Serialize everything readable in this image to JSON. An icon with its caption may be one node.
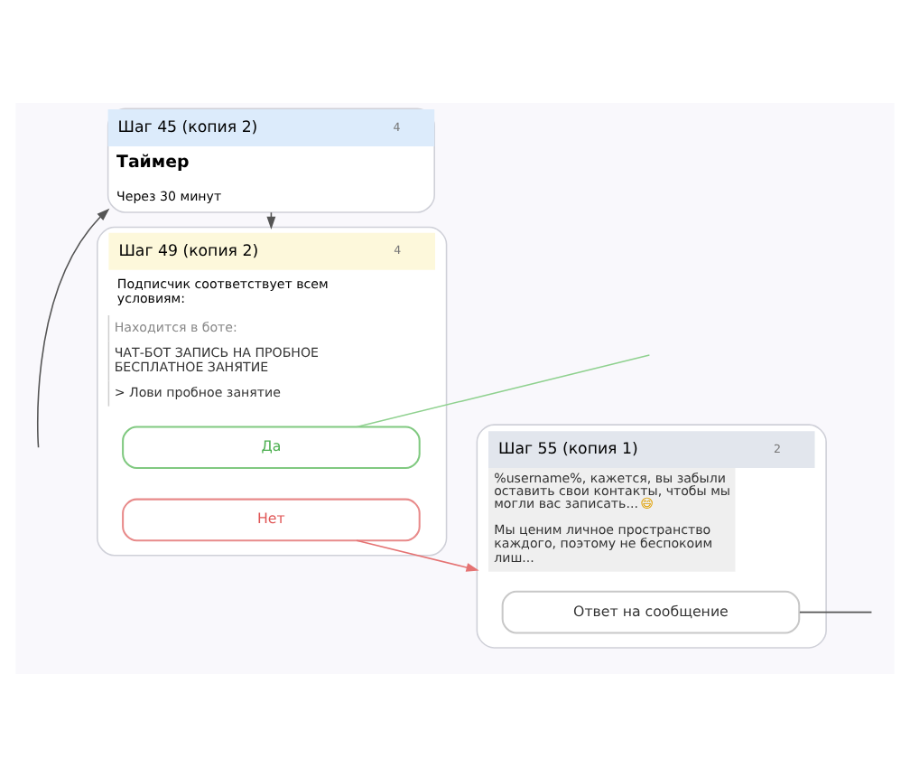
{
  "diagram": {
    "nodes": [
      {
        "text": [
          "Шаг 45 (копия 2)",
          "4",
          "Таймер",
          "Через 30 минут"
        ]
      },
      {
        "text": [
          "Шаг 49 (копия 2)",
          "4",
          "Подписчик соответствует всем условиям:",
          "Находится в боте:",
          "ЧАТ-БОТ ЗАПИСЬ НА ПРОБНОЕ БЕСПЛАТНОЕ ЗАНЯТИЕ",
          "> Лови пробное занятие"
        ]
      },
      {
        "text": [
          "Да"
        ],
        "in": 1
      },
      {
        "text": [
          "Нет"
        ],
        "in": 1
      },
      {
        "text": [
          "Шаг 55 (копия 1)",
          "2",
          "%username%, кажется, вы забыли оставить свои контакты, чтобы мы могли вас записать...😄",
          "Мы ценим личное пространство каждого, поэтому не беспокоим лиш..."
        ]
      },
      {
        "text": [
          "Ответ на сообщение"
        ],
        "in": 4
      }
    ],
    "edges": [
      {
        "from": null,
        "to": 0,
        "arrow": "to"
      },
      {
        "from": 0,
        "to": 1,
        "arrow": "to"
      },
      {
        "from": 2,
        "to": null,
        "arrow": "none",
        "color": "#8fd18f"
      },
      {
        "from": 3,
        "to": 4,
        "arrow": "to",
        "color": "#e57373"
      },
      {
        "from": 5,
        "to": null,
        "arrow": "none"
      }
    ]
  }
}
